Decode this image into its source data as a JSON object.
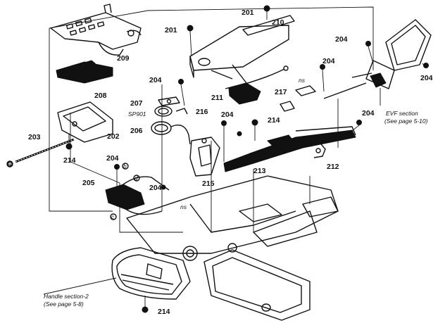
{
  "diagram": {
    "part_labels": {
      "p201a": "201",
      "p201b": "201",
      "p210": "210",
      "p209": "209",
      "p204a": "204",
      "p204b": "204",
      "p204c": "204",
      "p204d": "204",
      "p204e": "204",
      "p204f": "204",
      "p204g": "204",
      "p208": "208",
      "p207": "207",
      "sp901": "SP901",
      "p216": "216",
      "p206": "206",
      "p202": "202",
      "p203": "203",
      "p214a": "214",
      "p214b": "214",
      "p214c": "214",
      "p211": "211",
      "p217": "217",
      "p213": "213",
      "p212": "212",
      "p215": "215",
      "p205": "205",
      "ns1": "ns",
      "ns2": "ns"
    },
    "notes": {
      "evf_line1": "EVF section",
      "evf_line2": "(See page 5-10)",
      "handle_line1": "Handle section-2",
      "handle_line2": "(See page 5-8)"
    },
    "markers": {
      "a": "a",
      "b": "b",
      "c": "c",
      "d": "d"
    }
  }
}
